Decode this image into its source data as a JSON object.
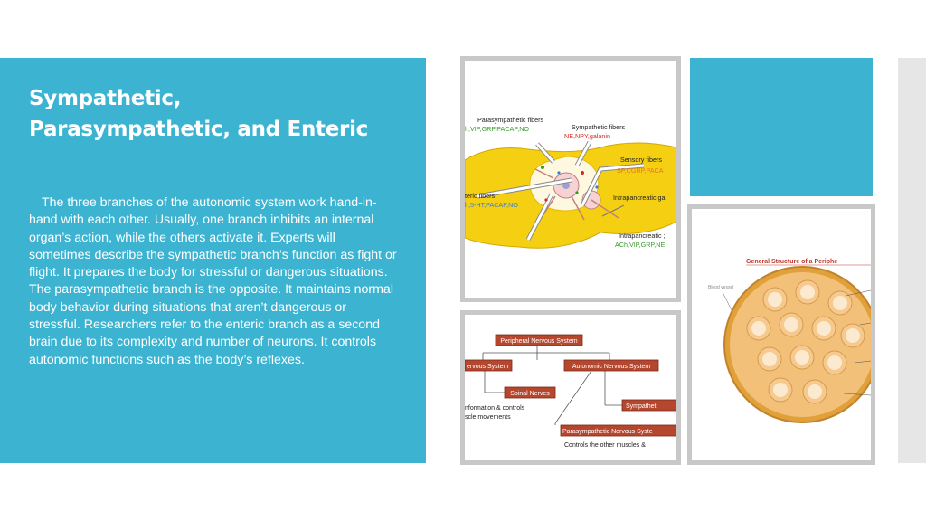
{
  "slide": {
    "title_line1": "Sympathetic,",
    "title_line2": "Parasympathetic, and Enteric",
    "body": "The three branches of the autonomic system work hand-in-hand with each other. Usually, one branch inhibits an internal organ’s action, while the others activate it. Experts will sometimes describe the sympathetic branch’s function as fight or flight. It prepares the body for stressful or dangerous situations. The parasympathetic branch is the opposite. It maintains normal body behavior during situations that aren’t dangerous or stressful. Researchers refer to the enteric branch as a second brain due to its complexity and number of neurons. It controls autonomic functions such as the body’s reflexes."
  },
  "figure1": {
    "parasym_title": "Parasympathetic fibers",
    "parasym_list": "h,VIP,GRP,PACAP,NO",
    "sym_title": "Sympathetic fibers",
    "sym_list": "NE,NPY,galanin",
    "sensory_title": "Sensory fibers",
    "sensory_list": "SP,CGRP,PACA",
    "enteric_title": "teric fibers",
    "enteric_list": "h,5-HT,PACAP,NO",
    "intra_ga": "Intrapancreatic ga",
    "intra_title": "Intrapancreatic ;",
    "intra_list": "ACh,VIP,GRP,NE",
    "colors": {
      "organ": "#f4cf12",
      "neuron": "#f6d2d2",
      "green": "#3a9a2c",
      "orange": "#e87722",
      "red": "#d42a1e"
    }
  },
  "figure2": {
    "root": "Peripheral Nervous System",
    "left": "ervous System",
    "right": "Autonomic Nervous System",
    "spinal": "Spinal Nerves",
    "spinal_desc1": "nformation & controls",
    "spinal_desc2": "scle movements",
    "sympath": "Sympathet",
    "parasym": "Parasympathetic Nervous Syste",
    "parasym_desc": "Controls the other muscles &",
    "colors": {
      "node": "#b5472f"
    }
  },
  "figure3": {
    "title": "General Structure of a Periphe",
    "label": "Blood vessel",
    "colors": {
      "outer": "#e0a13a",
      "fascicle": "#f6c98f",
      "core": "#fbead0",
      "title": "#c0392b"
    }
  }
}
